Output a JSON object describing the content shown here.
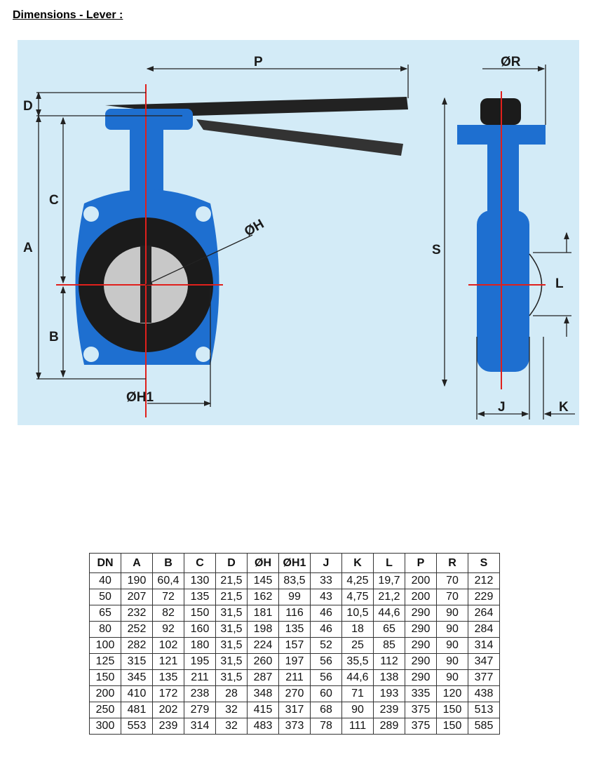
{
  "title": "Dimensions - Lever :",
  "diagram": {
    "labels": {
      "D": "D",
      "A": "A",
      "C": "C",
      "B": "B",
      "P": "P",
      "H": "ØH",
      "H1": "ØH1",
      "R": "ØR",
      "S": "S",
      "L": "L",
      "J": "J",
      "K": "K"
    },
    "colors": {
      "background": "#d3ebf7",
      "body": "#1e6fd0",
      "axis": "#e0201c",
      "handle": "#222222"
    }
  },
  "table": {
    "headers": [
      "DN",
      "A",
      "B",
      "C",
      "D",
      "ØH",
      "ØH1",
      "J",
      "K",
      "L",
      "P",
      "R",
      "S"
    ],
    "rows": [
      [
        "40",
        "190",
        "60,4",
        "130",
        "21,5",
        "145",
        "83,5",
        "33",
        "4,25",
        "19,7",
        "200",
        "70",
        "212"
      ],
      [
        "50",
        "207",
        "72",
        "135",
        "21,5",
        "162",
        "99",
        "43",
        "4,75",
        "21,2",
        "200",
        "70",
        "229"
      ],
      [
        "65",
        "232",
        "82",
        "150",
        "31,5",
        "181",
        "116",
        "46",
        "10,5",
        "44,6",
        "290",
        "90",
        "264"
      ],
      [
        "80",
        "252",
        "92",
        "160",
        "31,5",
        "198",
        "135",
        "46",
        "18",
        "65",
        "290",
        "90",
        "284"
      ],
      [
        "100",
        "282",
        "102",
        "180",
        "31,5",
        "224",
        "157",
        "52",
        "25",
        "85",
        "290",
        "90",
        "314"
      ],
      [
        "125",
        "315",
        "121",
        "195",
        "31,5",
        "260",
        "197",
        "56",
        "35,5",
        "112",
        "290",
        "90",
        "347"
      ],
      [
        "150",
        "345",
        "135",
        "211",
        "31,5",
        "287",
        "211",
        "56",
        "44,6",
        "138",
        "290",
        "90",
        "377"
      ],
      [
        "200",
        "410",
        "172",
        "238",
        "28",
        "348",
        "270",
        "60",
        "71",
        "193",
        "335",
        "120",
        "438"
      ],
      [
        "250",
        "481",
        "202",
        "279",
        "32",
        "415",
        "317",
        "68",
        "90",
        "239",
        "375",
        "150",
        "513"
      ],
      [
        "300",
        "553",
        "239",
        "314",
        "32",
        "483",
        "373",
        "78",
        "111",
        "289",
        "375",
        "150",
        "585"
      ]
    ]
  }
}
